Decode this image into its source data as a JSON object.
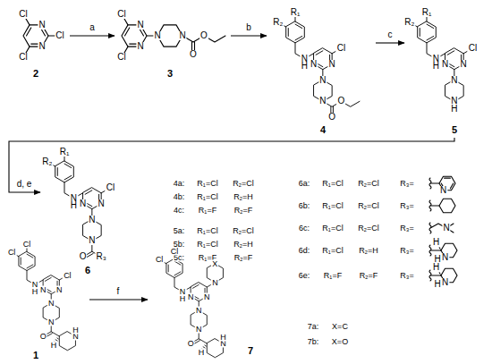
{
  "diagram": {
    "nodes": [
      {
        "text": [
          "2"
        ]
      },
      {
        "text": [
          "3"
        ]
      },
      {
        "text": [
          "4"
        ]
      },
      {
        "text": [
          "5"
        ]
      },
      {
        "text": [
          "6"
        ]
      },
      {
        "text": [
          "1"
        ]
      },
      {
        "text": [
          "7"
        ]
      }
    ],
    "edges": [
      {
        "from": 0,
        "to": 1,
        "label": "a",
        "arrow": "to"
      },
      {
        "from": 1,
        "to": 2,
        "label": "b",
        "arrow": "to"
      },
      {
        "from": 2,
        "to": 3,
        "label": "c",
        "arrow": "to"
      },
      {
        "from": 3,
        "to": 4,
        "label": "d, e",
        "arrow": "to"
      },
      {
        "from": 5,
        "to": 6,
        "label": "f",
        "arrow": "to"
      }
    ],
    "labels": [
      "Cl",
      "N",
      "Cl",
      "N",
      "Cl",
      "Cl",
      "N",
      "N",
      "N",
      "O",
      "N",
      "Cl",
      "O",
      "R₁",
      "R₂",
      "Cl",
      "N",
      "H",
      "N",
      "N",
      "N",
      "N",
      "O",
      "O",
      "R₁",
      "R₂",
      "Cl",
      "N",
      "H",
      "N",
      "N",
      "N",
      "N",
      "H",
      "R₁",
      "R₂",
      "Cl",
      "N",
      "H",
      "N",
      "N",
      "N",
      "N",
      "O",
      "R₃",
      "4a:",
      "R₁=Cl",
      "R₂=Cl",
      "4b:",
      "R₁=Cl",
      "R₂=H",
      "4c:",
      "R₁=F",
      "R₂=F",
      "5a:",
      "R₁=Cl",
      "R₂=Cl",
      "5b:",
      "R₁=Cl",
      "R₂=H",
      "5c:",
      "R₁=F",
      "R₂=F",
      "6a:",
      "R₁=Cl",
      "R₂=Cl",
      "R₃=",
      "N",
      "6b:",
      "R₁=Cl",
      "R₂=Cl",
      "R₃=",
      "6c:",
      "R₁=Cl",
      "R₂=Cl",
      "R₃=",
      "N",
      "6d:",
      "R₁=Cl",
      "R₂=H",
      "R₃=",
      "N",
      "H",
      "H",
      "6e:",
      "R₁=F",
      "R₂=F",
      "R₃=",
      "N",
      "H",
      "H",
      "Cl",
      "Cl",
      "Cl",
      "N",
      "H",
      "N",
      "N",
      "N",
      "N",
      "O",
      "N",
      "H",
      "H",
      "Cl",
      "Cl",
      "N",
      "N",
      "H",
      "N",
      "N",
      "N",
      "N",
      "O",
      "N",
      "H",
      "H",
      "X",
      "7a:",
      "X=C",
      "7b:",
      "X=O"
    ]
  }
}
